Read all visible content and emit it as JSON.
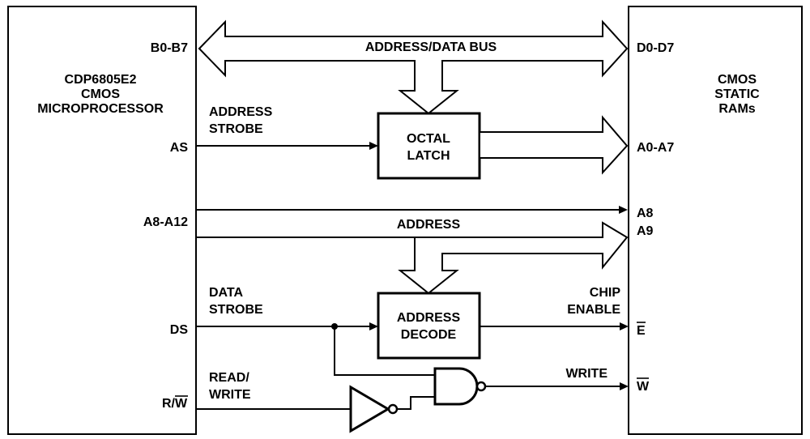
{
  "processor": {
    "lines": [
      "CDP6805E2",
      "CMOS",
      "MICROPROCESSOR"
    ],
    "pins": {
      "b0_b7": "B0-B7",
      "as": "AS",
      "a8_a12": "A8-A12",
      "ds": "DS",
      "rw_prefix": "R/",
      "rw_bar": "W"
    }
  },
  "ram": {
    "lines": [
      "CMOS",
      "STATIC",
      "RAMs"
    ],
    "pins": {
      "d0_d7": "D0-D7",
      "a0_a7": "A0-A7",
      "a8": "A8",
      "a9": "A9",
      "e_bar": "E",
      "w_bar": "W"
    }
  },
  "signals": {
    "address_data_bus": "ADDRESS/DATA BUS",
    "address_strobe": [
      "ADDRESS",
      "STROBE"
    ],
    "address": "ADDRESS",
    "data_strobe": [
      "DATA",
      "STROBE"
    ],
    "read_write": [
      "READ/",
      "WRITE"
    ],
    "chip_enable": [
      "CHIP",
      "ENABLE"
    ],
    "write": "WRITE"
  },
  "blocks": {
    "octal_latch": [
      "OCTAL",
      "LATCH"
    ],
    "address_decode": [
      "ADDRESS",
      "DECODE"
    ]
  }
}
